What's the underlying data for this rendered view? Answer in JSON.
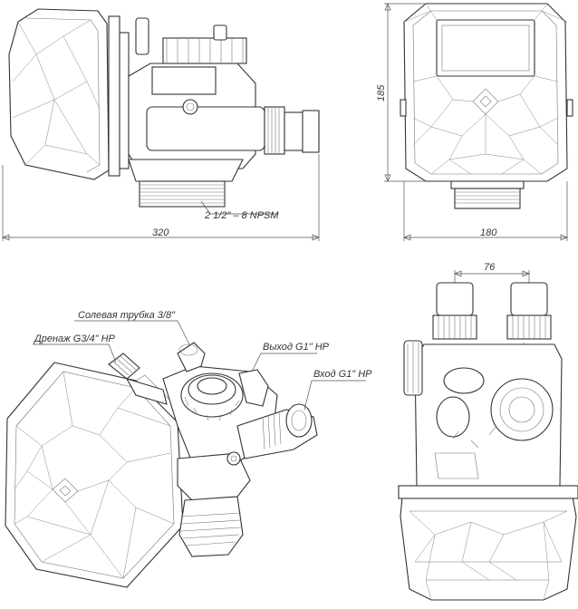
{
  "dimensions": {
    "width_side": "320",
    "width_front": "180",
    "height_front": "185",
    "port_spacing": "76",
    "thread": "2 1/2\" – 8 NPSM"
  },
  "callouts": {
    "brine": "Солевая трубка 3/8\"",
    "drain": "Дренаж G3/4\" НР",
    "outlet": "Выход G1\" НР",
    "inlet": "Вход G1\" НР"
  }
}
